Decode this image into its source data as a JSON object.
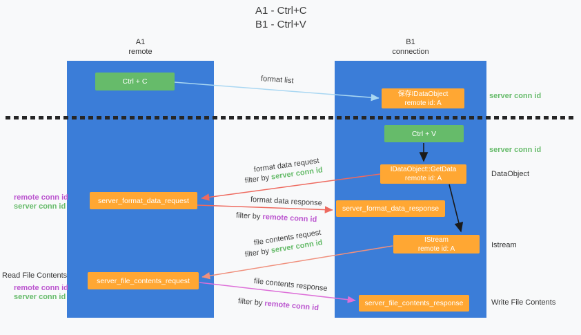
{
  "title": {
    "line1": "A1 - Ctrl+C",
    "line2": "B1 - Ctrl+V"
  },
  "lanes": {
    "left": {
      "name": "A1",
      "subtitle": "remote"
    },
    "right": {
      "name": "B1",
      "subtitle": "connection"
    }
  },
  "nodes": {
    "ctrl_c": {
      "label": "Ctrl + C"
    },
    "ctrl_v": {
      "label": "Ctrl + V"
    },
    "save_dataobject": {
      "line1": "保存IDataObject",
      "line2": "remote id: A"
    },
    "getdata": {
      "line1": "IDataObject::GetData",
      "line2": "remote id: A"
    },
    "istream": {
      "line1": "IStream",
      "line2": "remote id: A"
    },
    "format_request": {
      "label": "server_format_data_request"
    },
    "format_response": {
      "label": "server_format_data_response"
    },
    "file_request": {
      "label": "server_file_contents_request"
    },
    "file_response": {
      "label": "server_file_contents_response"
    }
  },
  "arrow_labels": {
    "format_list": "format list",
    "format_data_request": "format data request",
    "filter_by_server_1": {
      "prefix": "filter by ",
      "highlight": "server conn id"
    },
    "format_data_response": "format data response",
    "filter_by_remote_1": {
      "prefix": "filter by ",
      "highlight": "remote conn id"
    },
    "file_contents_request": "file contents request",
    "filter_by_server_2": {
      "prefix": "filter by ",
      "highlight": "server conn id"
    },
    "file_contents_response": "file contents response",
    "filter_by_remote_2": {
      "prefix": "filter by ",
      "highlight": "remote conn id"
    }
  },
  "side_labels": {
    "server_conn_id_top": "server conn id",
    "server_conn_id_mid": "server conn id",
    "dataobject": "DataObject",
    "istream": "Istream",
    "write_file_contents": "Write File Contents",
    "read_file_contents": "Read File Contents",
    "remote_conn_id_1": "remote conn id",
    "server_conn_id_1": "server conn id",
    "remote_conn_id_2": "remote conn id",
    "server_conn_id_2": "server conn id"
  },
  "colors": {
    "lane_blue": "#3b7dd8",
    "box_green": "#66bb6a",
    "box_orange": "#ffa733",
    "text_green": "#66bb6a",
    "text_purple": "#bb55cf",
    "arrow_blue": "#a9d7f2",
    "arrow_red": "#ee6a5f",
    "arrow_salmon": "#f0907d",
    "arrow_magenta": "#dd6fd8",
    "arrow_black": "#1a1a1a"
  }
}
